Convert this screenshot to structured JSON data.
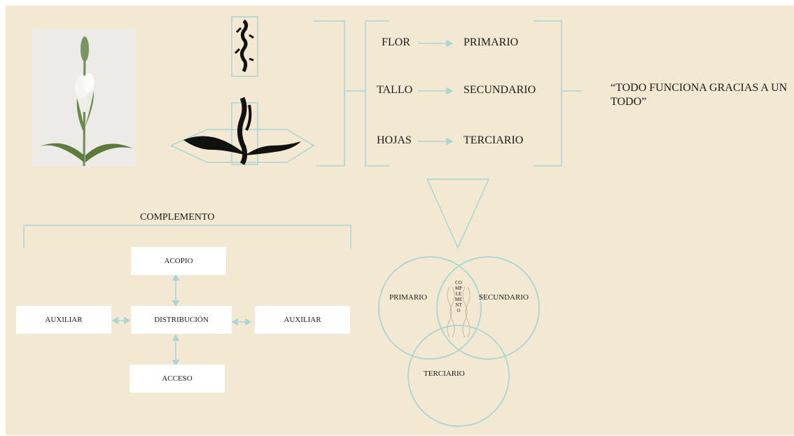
{
  "hierarchy": [
    {
      "part": "FLOR",
      "level": "PRIMARIO"
    },
    {
      "part": "TALLO",
      "level": "SECUNDARIO"
    },
    {
      "part": "HOJAS",
      "level": "TERCIARIO"
    }
  ],
  "quote": "“TODO FUNCIONA GRACIAS A UN TODO”",
  "complement": {
    "title": "COMPLEMENTO",
    "top": "ACOPIO",
    "center": "DISTRIBUCIÓN",
    "left": "AUXILIAR",
    "right": "AUXILIAR",
    "bottom": "ACCESO"
  },
  "venn": {
    "a": "PRIMARIO",
    "b": "SECUNDARIO",
    "c": "TERCIARIO",
    "center_vertical": "COMPLEMENTO"
  },
  "colors": {
    "background": "#f3e8d2",
    "accent": "#a9d6d3",
    "ink": "#111111"
  }
}
